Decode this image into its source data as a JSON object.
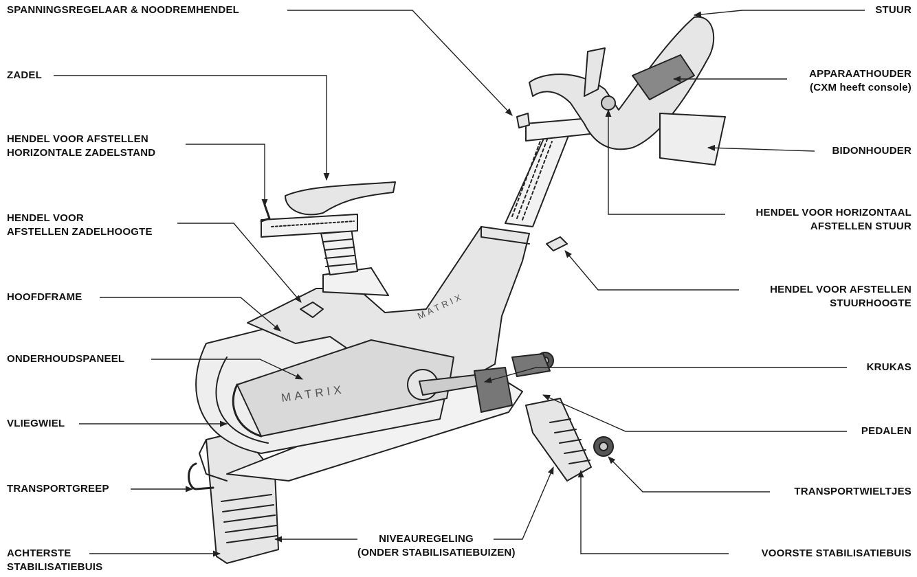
{
  "labels": {
    "spanningsregelaar": "SPANNINGSREGELAAR & NOODREMHENDEL",
    "zadel": "ZADEL",
    "hendel_horiz_zadel": {
      "line1": "HENDEL VOOR AFSTELLEN",
      "line2": "HORIZONTALE ZADELSTAND"
    },
    "hendel_zadelhoogte": {
      "line1": "HENDEL VOOR",
      "line2": "AFSTELLEN ZADELHOOGTE"
    },
    "hoofdframe": "HOOFDFRAME",
    "onderhoudspaneel": "ONDERHOUDSPANEEL",
    "vliegwiel": "VLIEGWIEL",
    "transportgreep": "TRANSPORTGREEP",
    "achterste_stabilisatiebuis": {
      "line1": "ACHTERSTE",
      "line2": "STABILISATIEBUIS"
    },
    "niveauregeling": {
      "line1": "NIVEAUREGELING",
      "line2": "(ONDER STABILISATIEBUIZEN)"
    },
    "stuur": "STUUR",
    "apparaathouder": {
      "line1": "APPARAATHOUDER",
      "line2": "(CXM heeft console)"
    },
    "bidonhouder": "BIDONHOUDER",
    "hendel_horiz_stuur": {
      "line1": "HENDEL VOOR HORIZONTAAL",
      "line2": "AFSTELLEN STUUR"
    },
    "hendel_stuurhoogte": {
      "line1": "HENDEL VOOR AFSTELLEN",
      "line2": "STUURHOOGTE"
    },
    "krukas": "KRUKAS",
    "pedalen": "PEDALEN",
    "transportwieltjes": "TRANSPORTWIELTJES",
    "voorste_stabilisatiebuis": "VOORSTE STABILISATIEBUIS"
  },
  "brand": {
    "frame_logo": "MATRIX",
    "panel_logo": "MATRIX"
  },
  "colors": {
    "line": "#222222",
    "frame_fill": "#e6e6e6",
    "frame_fill_light": "#f2f2f2",
    "panel_fill": "#d9d9d9",
    "dark": "#555555"
  }
}
